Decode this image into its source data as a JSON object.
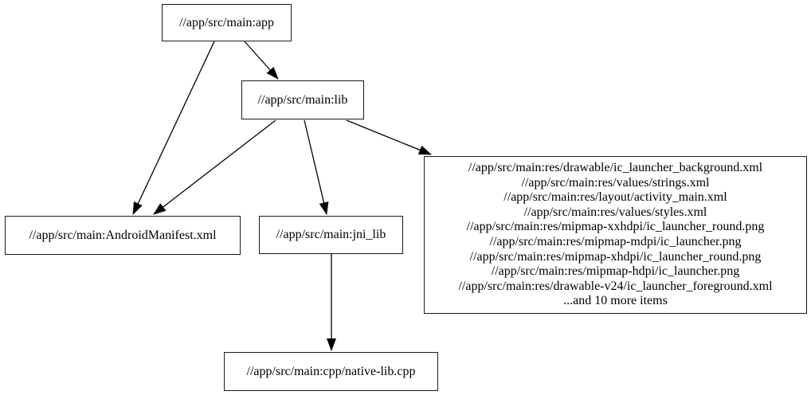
{
  "graph": {
    "type": "directed-dependency-graph",
    "nodes": {
      "app": {
        "label": "//app/src/main:app"
      },
      "lib": {
        "label": "//app/src/main:lib"
      },
      "android_manifest": {
        "label": "//app/src/main:AndroidManifest.xml"
      },
      "jni_lib": {
        "label": "//app/src/main:jni_lib"
      },
      "native_lib": {
        "label": "//app/src/main:cpp/native-lib.cpp"
      },
      "resources": {
        "lines": [
          "//app/src/main:res/drawable/ic_launcher_background.xml",
          "//app/src/main:res/values/strings.xml",
          "//app/src/main:res/layout/activity_main.xml",
          "//app/src/main:res/values/styles.xml",
          "//app/src/main:res/mipmap-xxhdpi/ic_launcher_round.png",
          "//app/src/main:res/mipmap-mdpi/ic_launcher.png",
          "//app/src/main:res/mipmap-xhdpi/ic_launcher_round.png",
          "//app/src/main:res/mipmap-hdpi/ic_launcher.png",
          "//app/src/main:res/drawable-v24/ic_launcher_foreground.xml",
          "...and 10 more items"
        ]
      }
    },
    "edges": [
      {
        "from": "app",
        "to": "lib"
      },
      {
        "from": "app",
        "to": "android_manifest"
      },
      {
        "from": "lib",
        "to": "android_manifest"
      },
      {
        "from": "lib",
        "to": "jni_lib"
      },
      {
        "from": "lib",
        "to": "resources"
      },
      {
        "from": "jni_lib",
        "to": "native_lib"
      }
    ],
    "colors": {
      "background": "#ffffff",
      "node_fill": "#ffffff",
      "node_border": "#000000",
      "edge": "#000000",
      "text": "#000000"
    }
  }
}
